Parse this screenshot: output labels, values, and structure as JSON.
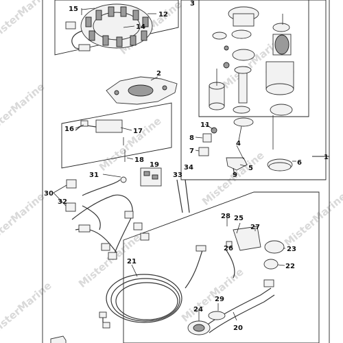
{
  "watermark": "MisterMarine",
  "callouts": {
    "c1": "1",
    "c2": "2",
    "c3": "3",
    "c4": "4",
    "c5": "5",
    "c6": "6",
    "c7": "7",
    "c8": "8",
    "c9": "9",
    "c11": "11",
    "c12": "12",
    "c14": "14",
    "c15": "15",
    "c16": "16",
    "c17": "17",
    "c18": "18",
    "c19": "19",
    "c20": "20",
    "c21": "21",
    "c22": "22",
    "c23": "23",
    "c24": "24",
    "c25": "25",
    "c26": "26",
    "c27": "27",
    "c28": "28",
    "c29": "29",
    "c30": "30",
    "c31": "31",
    "c32": "32",
    "c33": "33",
    "c34": "34"
  }
}
